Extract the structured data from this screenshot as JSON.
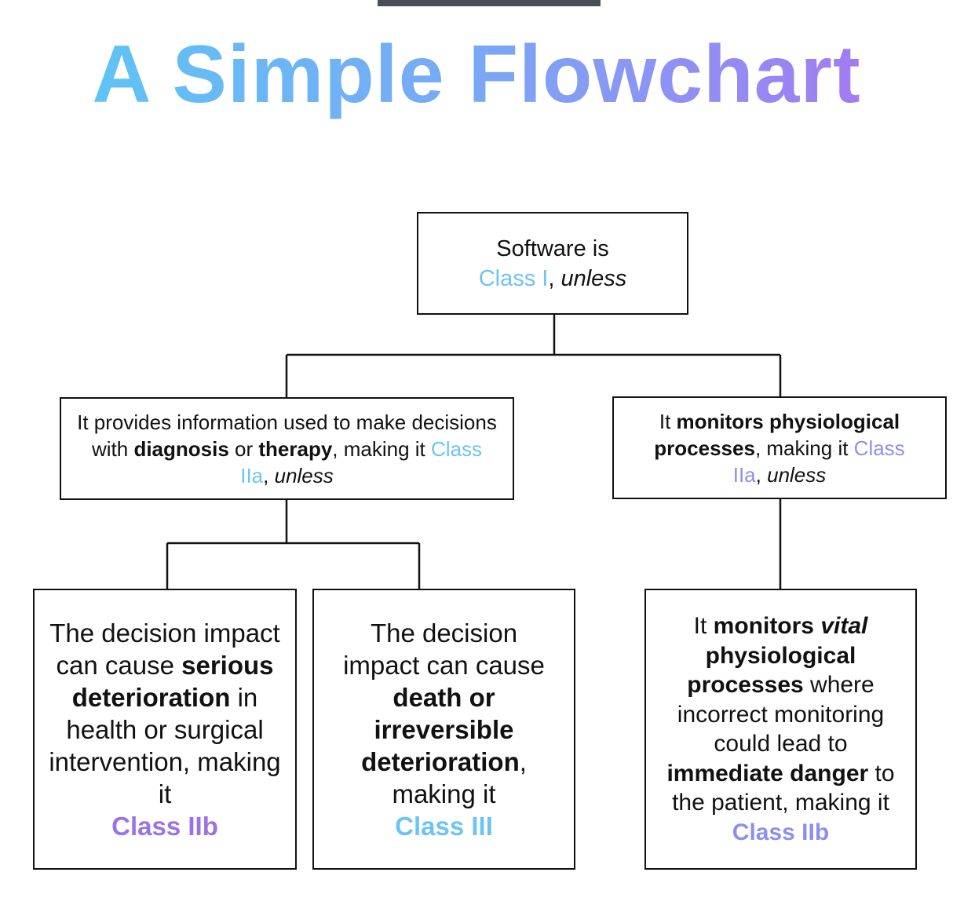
{
  "title": "A Simple Flowchart",
  "nodes": {
    "root": {
      "line1": "Software is",
      "class": "Class I",
      "sep": ", ",
      "unless": "unless"
    },
    "left": {
      "pre": "It provides information used to make decisions with ",
      "b1": "diagnosis",
      "mid": " or ",
      "b2": "therapy",
      "post": ", making it ",
      "class": "Class IIa",
      "sep": ", ",
      "unless": "unless"
    },
    "right": {
      "pre": "It ",
      "b1": "monitors physiological processes",
      "post": ", making it ",
      "class": "Class IIa",
      "sep": ", ",
      "unless": "unless"
    },
    "leaf1": {
      "pre": "The decision impact can cause ",
      "b1": "serious deterioration",
      "post": " in health or surgical intervention, making it",
      "class": "Class IIb"
    },
    "leaf2": {
      "pre": "The decision impact can cause ",
      "b1": "death or irreversible deterioration",
      "post": ", making it",
      "class": "Class III"
    },
    "leaf3": {
      "pre": "It ",
      "b1": "monitors ",
      "b1i": "vital",
      "b2": " physiological processes",
      "mid": " where incorrect monitoring could lead to ",
      "b3": "immediate danger",
      "post": " to the patient, making it",
      "class": "Class IIb"
    }
  }
}
